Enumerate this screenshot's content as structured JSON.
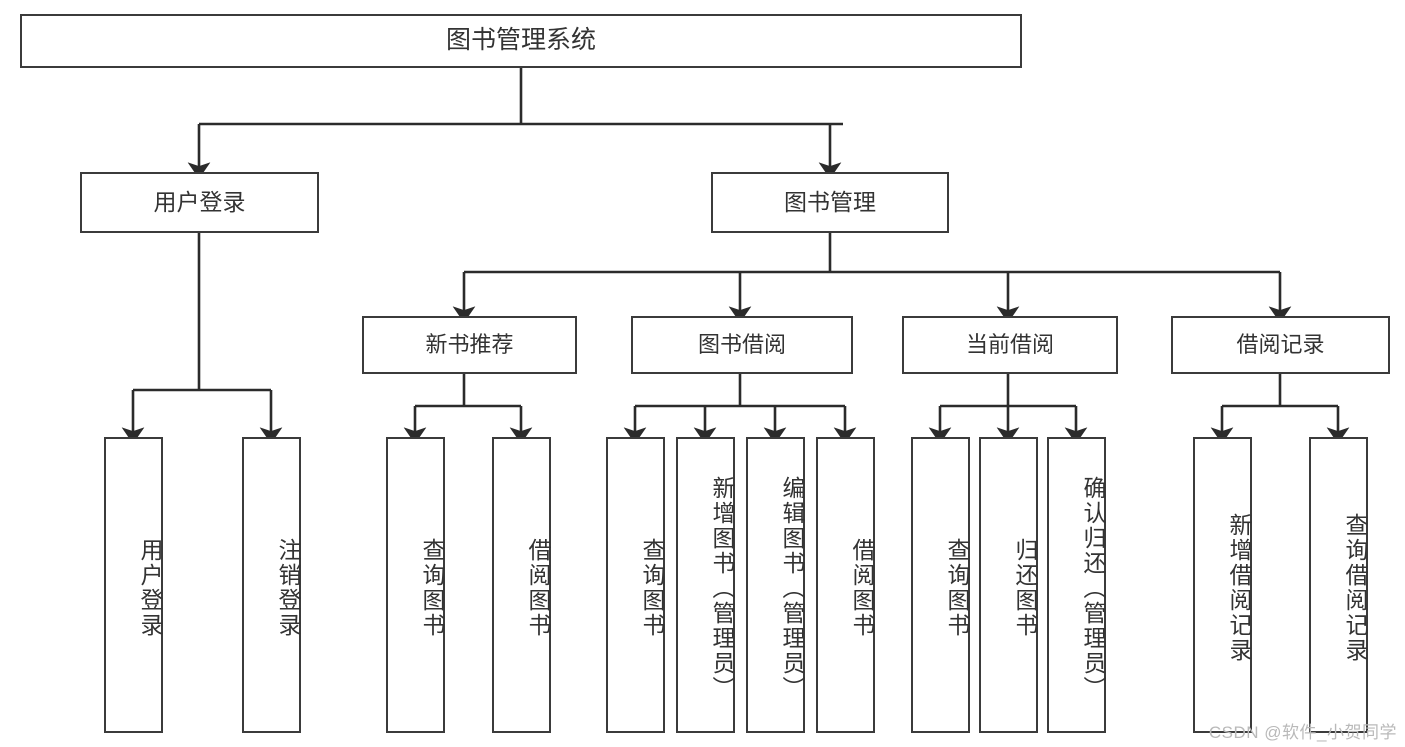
{
  "diagram": {
    "title": "图书管理系统",
    "type": "tree",
    "watermark": "CSDN @软件_小贺同学",
    "colors": {
      "border": "#3b3b3b",
      "text": "#333333",
      "background": "#ffffff",
      "edge": "#2b2b2b",
      "watermark": "#b9b9b9"
    },
    "nodes": {
      "root": {
        "label": "图书管理系统"
      },
      "level2": [
        {
          "id": "user-login",
          "label": "用户登录"
        },
        {
          "id": "book-manage",
          "label": "图书管理"
        }
      ],
      "level3": [
        {
          "id": "new-book-recommend",
          "label": "新书推荐"
        },
        {
          "id": "book-borrow",
          "label": "图书借阅"
        },
        {
          "id": "current-borrow",
          "label": "当前借阅"
        },
        {
          "id": "borrow-record",
          "label": "借阅记录"
        }
      ],
      "leaves": [
        {
          "id": "leaf-user-login",
          "label": "用户登录",
          "parent": "user-login"
        },
        {
          "id": "leaf-logout-login",
          "label": "注销登录",
          "parent": "user-login"
        },
        {
          "id": "leaf-query-book-1",
          "label": "查询图书",
          "parent": "new-book-recommend"
        },
        {
          "id": "leaf-borrow-book-1",
          "label": "借阅图书",
          "parent": "new-book-recommend"
        },
        {
          "id": "leaf-query-book-2",
          "label": "查询图书",
          "parent": "book-borrow"
        },
        {
          "id": "leaf-add-book",
          "label": "新增图书（管理员）",
          "parent": "book-borrow"
        },
        {
          "id": "leaf-edit-book",
          "label": "编辑图书（管理员）",
          "parent": "book-borrow"
        },
        {
          "id": "leaf-borrow-book-2",
          "label": "借阅图书",
          "parent": "book-borrow"
        },
        {
          "id": "leaf-query-book-3",
          "label": "查询图书",
          "parent": "current-borrow"
        },
        {
          "id": "leaf-return-book",
          "label": "归还图书",
          "parent": "current-borrow"
        },
        {
          "id": "leaf-confirm-return",
          "label": "确认归还（管理员）",
          "parent": "current-borrow"
        },
        {
          "id": "leaf-add-record",
          "label": "新增借阅记录",
          "parent": "borrow-record"
        },
        {
          "id": "leaf-query-record",
          "label": "查询借阅记录",
          "parent": "borrow-record"
        }
      ]
    }
  }
}
